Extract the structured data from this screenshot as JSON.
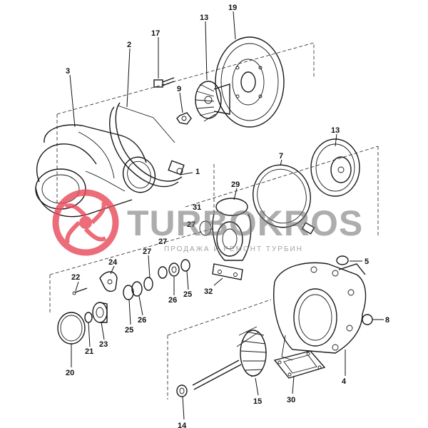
{
  "diagram": {
    "callouts": [
      {
        "id": "1",
        "label": "1"
      },
      {
        "id": "2",
        "label": "2"
      },
      {
        "id": "3",
        "label": "3"
      },
      {
        "id": "4",
        "label": "4"
      },
      {
        "id": "5",
        "label": "5"
      },
      {
        "id": "7",
        "label": "7"
      },
      {
        "id": "8",
        "label": "8"
      },
      {
        "id": "9",
        "label": "9"
      },
      {
        "id": "13a",
        "label": "13"
      },
      {
        "id": "13b",
        "label": "13"
      },
      {
        "id": "14",
        "label": "14"
      },
      {
        "id": "15",
        "label": "15"
      },
      {
        "id": "17",
        "label": "17"
      },
      {
        "id": "19",
        "label": "19"
      },
      {
        "id": "20",
        "label": "20"
      },
      {
        "id": "21",
        "label": "21"
      },
      {
        "id": "22",
        "label": "22"
      },
      {
        "id": "23",
        "label": "23"
      },
      {
        "id": "24",
        "label": "24"
      },
      {
        "id": "25a",
        "label": "25"
      },
      {
        "id": "25b",
        "label": "25"
      },
      {
        "id": "26a",
        "label": "26"
      },
      {
        "id": "26b",
        "label": "26"
      },
      {
        "id": "27a",
        "label": "27"
      },
      {
        "id": "27b",
        "label": "27"
      },
      {
        "id": "27c",
        "label": "27"
      },
      {
        "id": "29",
        "label": "29"
      },
      {
        "id": "30",
        "label": "30"
      },
      {
        "id": "31",
        "label": "31"
      },
      {
        "id": "32",
        "label": "32"
      }
    ]
  },
  "watermark": {
    "brand": "TURBOKROS",
    "tagline": "ПРОДАЖА И РЕМОНТ ТУРБИН",
    "logo_color": "#e8485a"
  }
}
